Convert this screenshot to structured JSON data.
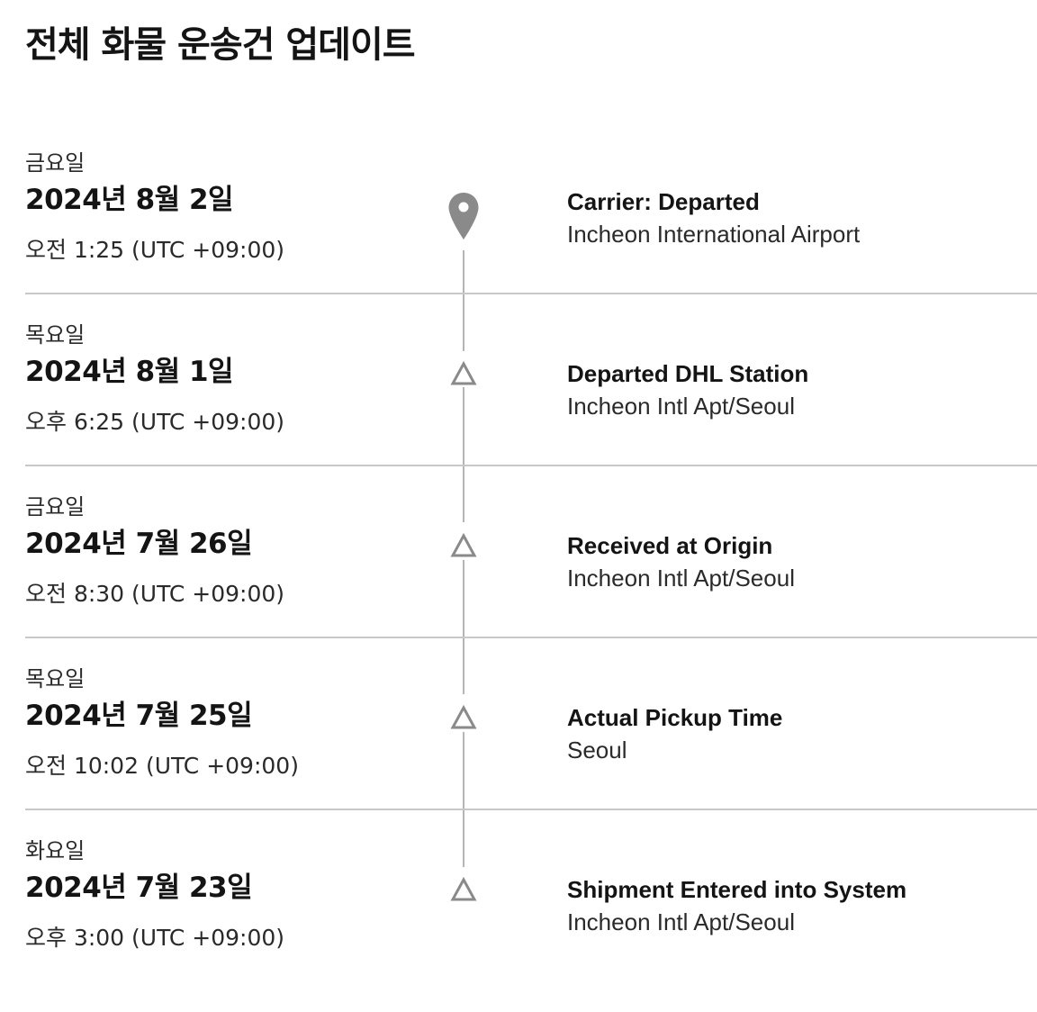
{
  "page": {
    "title": "전체 화물 운송건 업데이트"
  },
  "events": [
    {
      "weekday": "금요일",
      "date": "2024년 8월 2일",
      "time": "오전 1:25 (UTC +09:00)",
      "status": "Carrier: Departed",
      "location": "Incheon International Airport",
      "marker": "map-pin-icon"
    },
    {
      "weekday": "목요일",
      "date": "2024년 8월 1일",
      "time": "오후 6:25 (UTC +09:00)",
      "status": "Departed DHL Station",
      "location": "Incheon Intl Apt/Seoul",
      "marker": "triangle-outline-icon"
    },
    {
      "weekday": "금요일",
      "date": "2024년 7월 26일",
      "time": "오전 8:30 (UTC +09:00)",
      "status": "Received at Origin",
      "location": "Incheon Intl Apt/Seoul",
      "marker": "triangle-outline-icon"
    },
    {
      "weekday": "목요일",
      "date": "2024년 7월 25일",
      "time": "오전 10:02 (UTC +09:00)",
      "status": "Actual Pickup Time",
      "location": "Seoul",
      "marker": "triangle-outline-icon"
    },
    {
      "weekday": "화요일",
      "date": "2024년 7월 23일",
      "time": "오후 3:00 (UTC +09:00)",
      "status": "Shipment Entered into System",
      "location": "Incheon Intl Apt/Seoul",
      "marker": "triangle-outline-icon"
    }
  ],
  "colors": {
    "text": "#141414",
    "secondary_text": "#2a2a2a",
    "divider": "#c8c8c8",
    "track": "#b5b5b5",
    "pin": "#8a8a8a",
    "triangle": "#8a8a8a"
  }
}
